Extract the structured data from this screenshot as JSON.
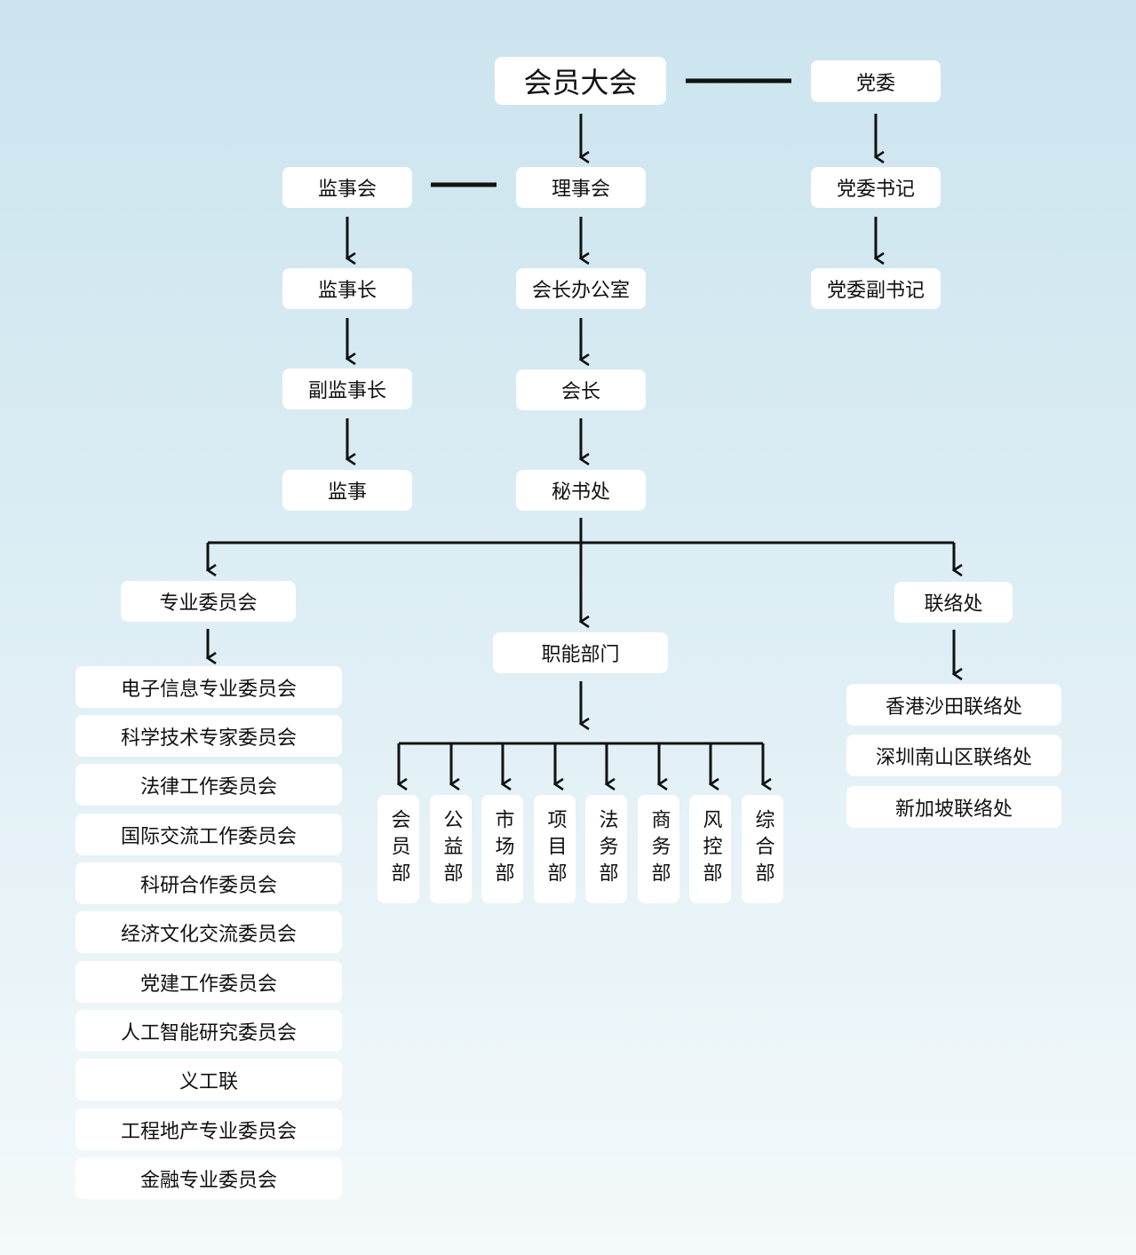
{
  "assembly": "会员大会",
  "party": {
    "committee": "党委",
    "secretary": "党委书记",
    "deputy_secretary": "党委副书记"
  },
  "supervisory": {
    "board": "监事会",
    "chief": "监事长",
    "deputy_chief": "副监事长",
    "supervisor": "监事"
  },
  "council": {
    "board": "理事会",
    "president_office": "会长办公室",
    "president": "会长",
    "secretariat": "秘书处"
  },
  "committees": {
    "title": "专业委员会",
    "items": [
      "电子信息专业委员会",
      "科学技术专家委员会",
      "法律工作委员会",
      "国际交流工作委员会",
      "科研合作委员会",
      "经济文化交流委员会",
      "党建工作委员会",
      "人工智能研究委员会",
      "义工联",
      "工程地产专业委员会",
      "金融专业委员会"
    ]
  },
  "departments": {
    "title": "职能部门",
    "items": [
      "会员部",
      "公益部",
      "市场部",
      "项目部",
      "法务部",
      "商务部",
      "风控部",
      "综合部"
    ]
  },
  "liaison": {
    "title": "联络处",
    "items": [
      "香港沙田联络处",
      "深圳南山区联络处",
      "新加坡联络处"
    ]
  },
  "colors": {
    "background_top": "#cbe4ee",
    "background_bottom": "#f4f9fb",
    "box": "#ffffff",
    "line": "#111111"
  }
}
